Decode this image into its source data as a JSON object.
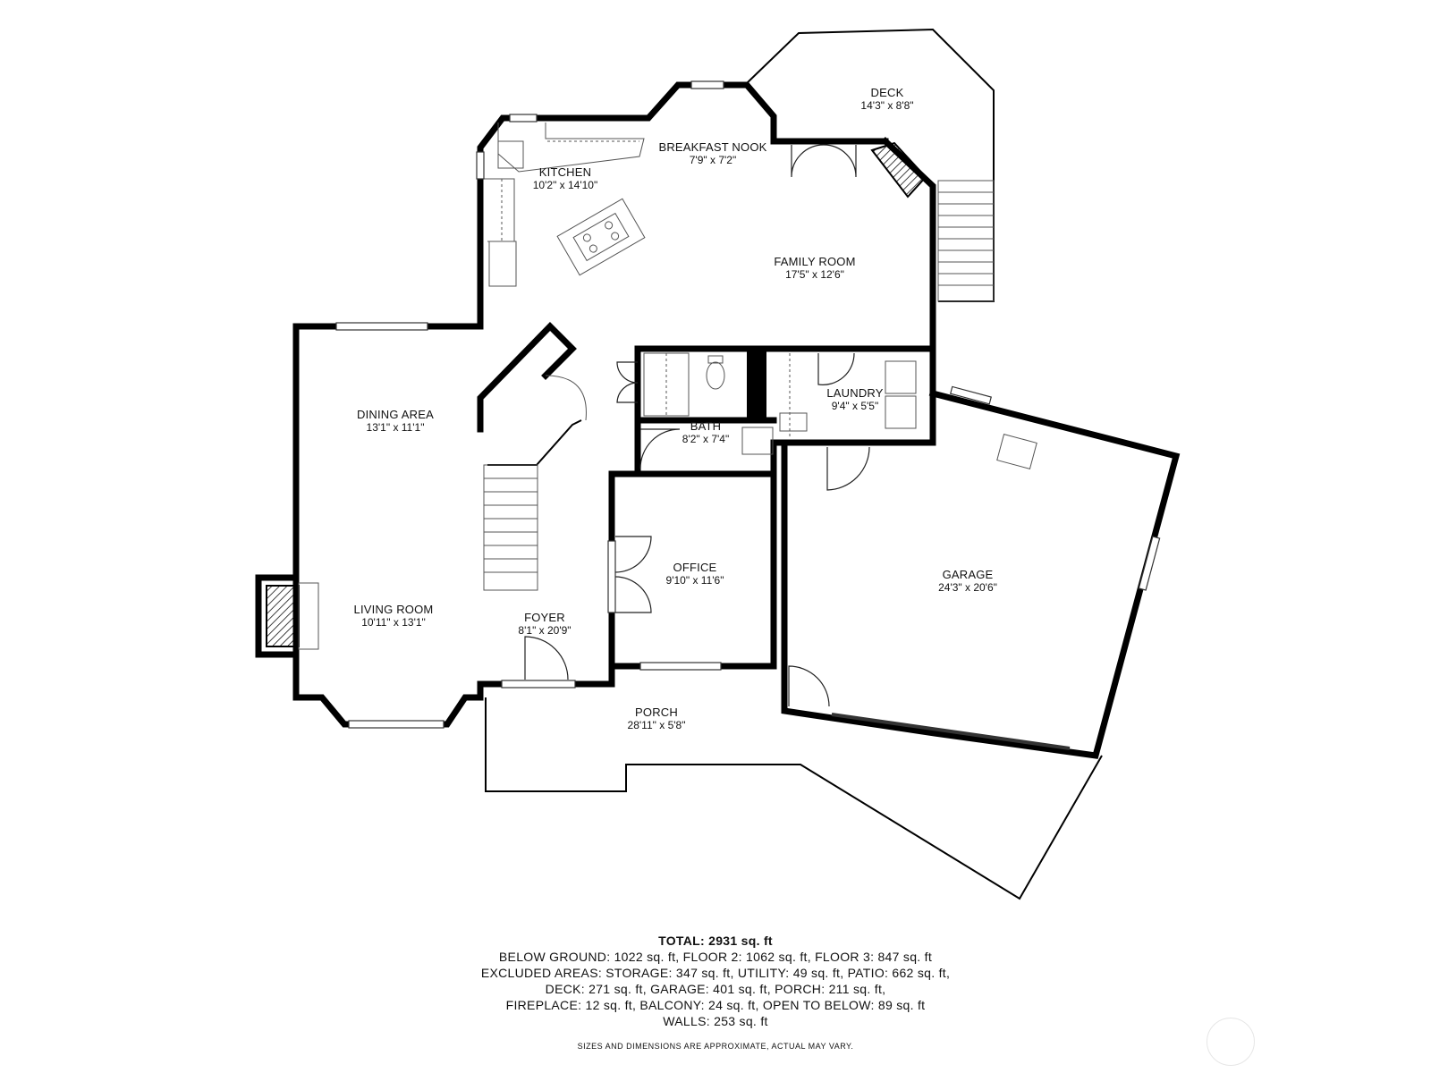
{
  "rooms": {
    "deck": {
      "name": "DECK",
      "dim": "14'3\" x 8'8\""
    },
    "breakfast_nook": {
      "name": "BREAKFAST NOOK",
      "dim": "7'9\" x 7'2\""
    },
    "kitchen": {
      "name": "KITCHEN",
      "dim": "10'2\" x 14'10\""
    },
    "family_room": {
      "name": "FAMILY ROOM",
      "dim": "17'5\" x 12'6\""
    },
    "dining_area": {
      "name": "DINING AREA",
      "dim": "13'1\" x 11'1\""
    },
    "laundry": {
      "name": "LAUNDRY",
      "dim": "9'4\" x 5'5\""
    },
    "bath": {
      "name": "BATH",
      "dim": "8'2\" x 7'4\""
    },
    "office": {
      "name": "OFFICE",
      "dim": "9'10\" x 11'6\""
    },
    "garage": {
      "name": "GARAGE",
      "dim": "24'3\" x 20'6\""
    },
    "living_room": {
      "name": "LIVING ROOM",
      "dim": "10'11\" x 13'1\""
    },
    "foyer": {
      "name": "FOYER",
      "dim": "8'1\" x 20'9\""
    },
    "porch": {
      "name": "PORCH",
      "dim": "28'11\" x 5'8\""
    }
  },
  "summary": {
    "total": "TOTAL: 2931 sq. ft",
    "line1": "BELOW GROUND: 1022 sq. ft, FLOOR 2: 1062 sq. ft, FLOOR 3: 847 sq. ft",
    "line2": "EXCLUDED AREAS: STORAGE: 347 sq. ft, UTILITY: 49 sq. ft, PATIO: 662 sq. ft,",
    "line3": "DECK: 271 sq. ft, GARAGE: 401 sq. ft, PORCH: 211 sq. ft,",
    "line4": "FIREPLACE: 12 sq. ft, BALCONY: 24 sq. ft, OPEN TO BELOW: 89 sq. ft",
    "line5": "WALLS: 253 sq. ft"
  },
  "disclaimer": "SIZES AND DIMENSIONS ARE APPROXIMATE, ACTUAL MAY VARY.",
  "colors": {
    "wall": "#000000",
    "background": "#ffffff",
    "text": "#111111"
  }
}
